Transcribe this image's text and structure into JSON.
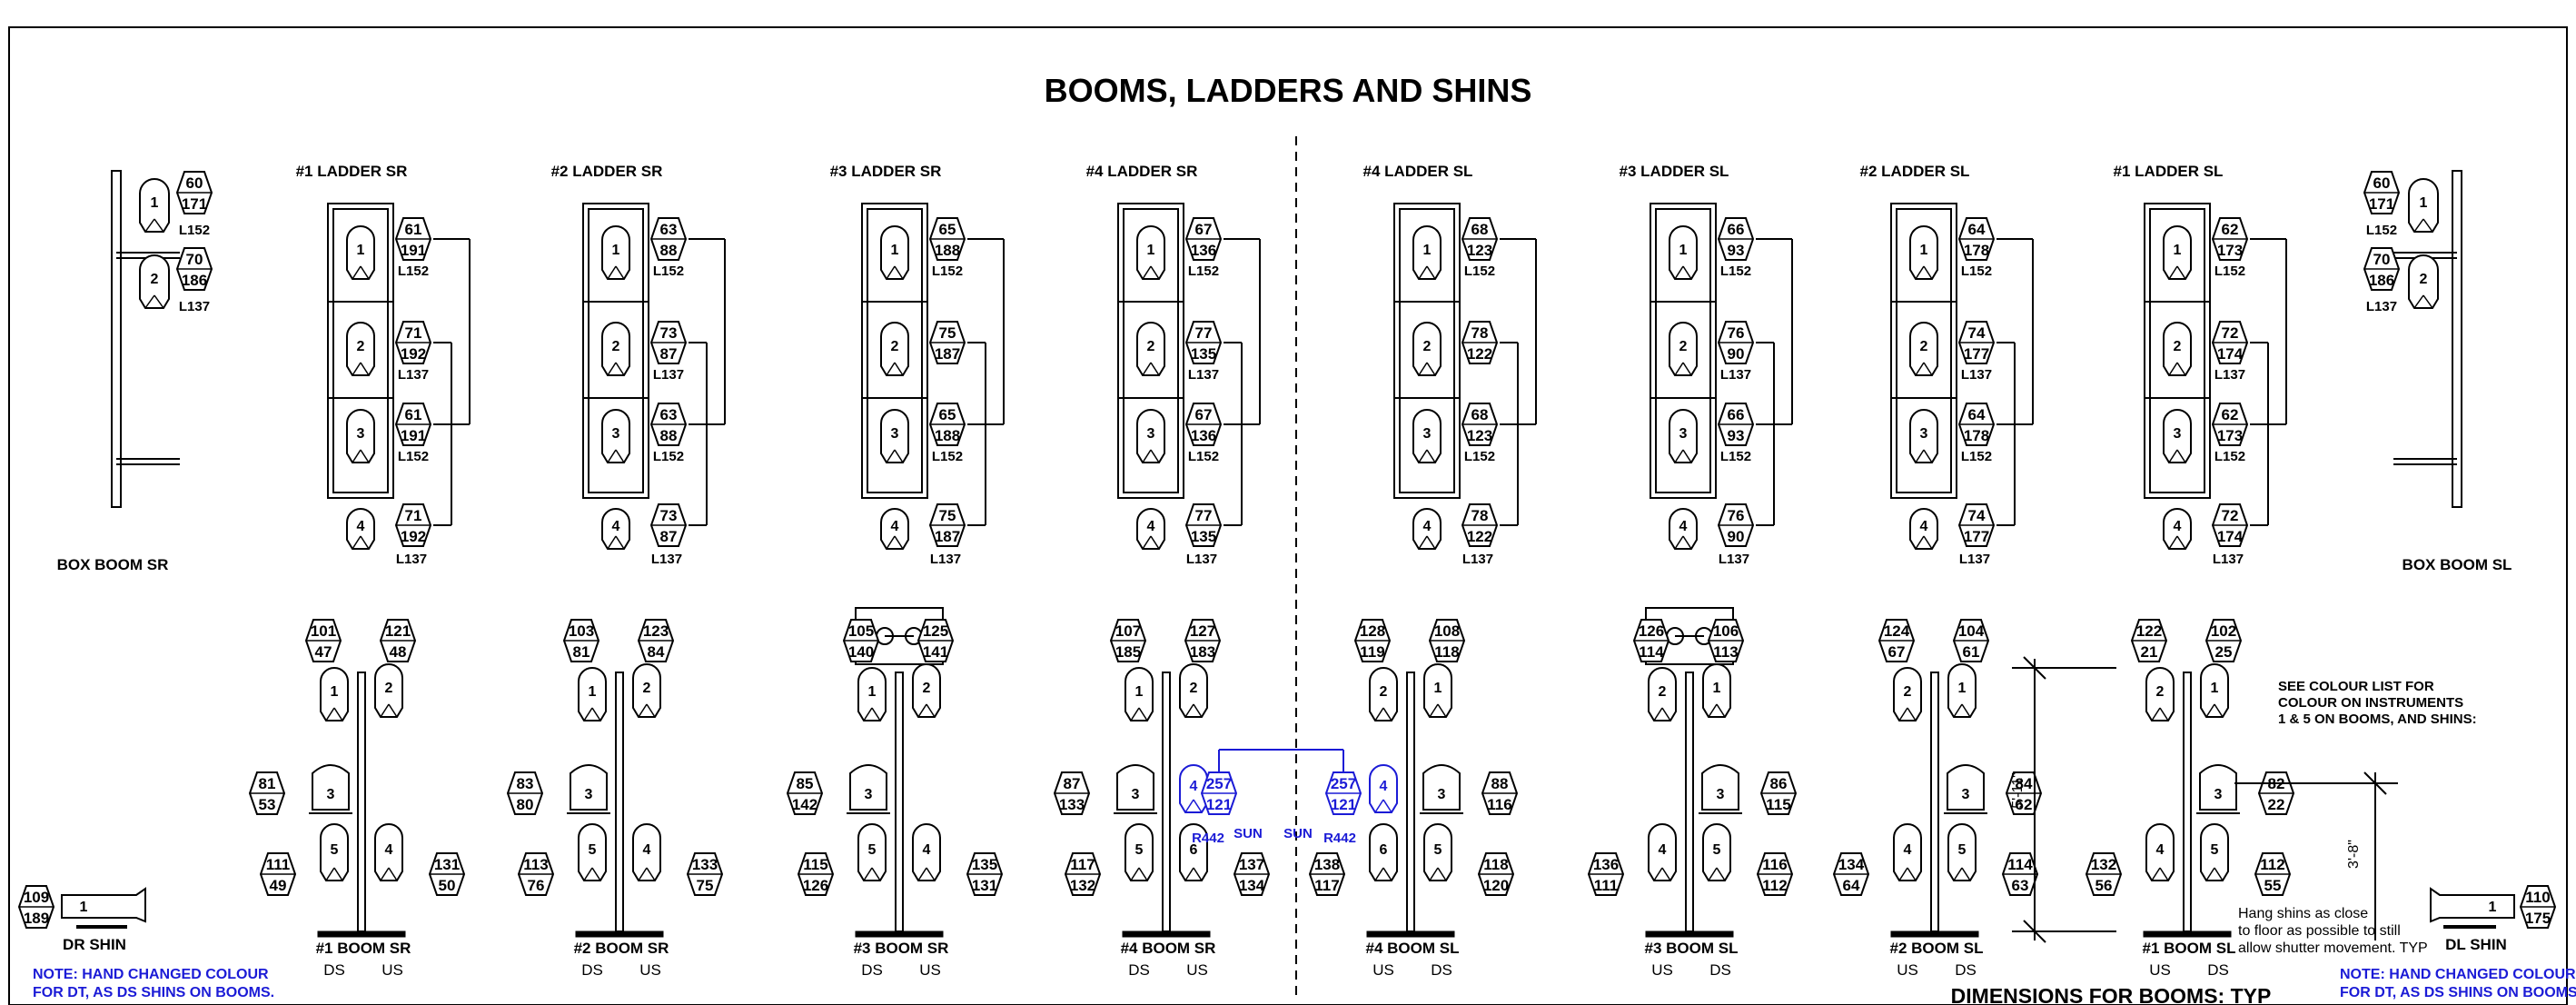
{
  "title": "BOOMS, LADDERS AND SHINS",
  "colors": {
    "ink": "#000000",
    "note": "#1b1bd6",
    "background": "#ffffff"
  },
  "box_booms": [
    {
      "label": "BOX BOOM SR",
      "units": [
        {
          "n": "1",
          "ch": "60",
          "dim": "171",
          "gel": "L152"
        },
        {
          "n": "2",
          "ch": "70",
          "dim": "186",
          "gel": "L137"
        }
      ]
    },
    {
      "label": "BOX BOOM SL",
      "units": [
        {
          "n": "1",
          "ch": "60",
          "dim": "171",
          "gel": "L152"
        },
        {
          "n": "2",
          "ch": "70",
          "dim": "186",
          "gel": "L137"
        }
      ]
    }
  ],
  "ladders": [
    {
      "label": "#1 LADDER SR",
      "units": [
        {
          "n": "1",
          "ch": "61",
          "dim": "191",
          "gel": "L152"
        },
        {
          "n": "2",
          "ch": "71",
          "dim": "192",
          "gel": "L137"
        },
        {
          "n": "3",
          "ch": "61",
          "dim": "191",
          "gel": "L152"
        },
        {
          "n": "4",
          "ch": "71",
          "dim": "192",
          "gel": "L137"
        }
      ]
    },
    {
      "label": "#2 LADDER SR",
      "units": [
        {
          "n": "1",
          "ch": "63",
          "dim": "88",
          "gel": "L152"
        },
        {
          "n": "2",
          "ch": "73",
          "dim": "87",
          "gel": "L137"
        },
        {
          "n": "3",
          "ch": "63",
          "dim": "88",
          "gel": "L152"
        },
        {
          "n": "4",
          "ch": "73",
          "dim": "87",
          "gel": "L137"
        }
      ]
    },
    {
      "label": "#3 LADDER SR",
      "units": [
        {
          "n": "1",
          "ch": "65",
          "dim": "188",
          "gel": "L152"
        },
        {
          "n": "2",
          "ch": "75",
          "dim": "187",
          "gel": ""
        },
        {
          "n": "3",
          "ch": "65",
          "dim": "188",
          "gel": "L152"
        },
        {
          "n": "4",
          "ch": "75",
          "dim": "187",
          "gel": "L137"
        }
      ]
    },
    {
      "label": "#4 LADDER SR",
      "units": [
        {
          "n": "1",
          "ch": "67",
          "dim": "136",
          "gel": "L152"
        },
        {
          "n": "2",
          "ch": "77",
          "dim": "135",
          "gel": "L137"
        },
        {
          "n": "3",
          "ch": "67",
          "dim": "136",
          "gel": "L152"
        },
        {
          "n": "4",
          "ch": "77",
          "dim": "135",
          "gel": "L137"
        }
      ]
    },
    {
      "label": "#4 LADDER SL",
      "units": [
        {
          "n": "1",
          "ch": "68",
          "dim": "123",
          "gel": "L152"
        },
        {
          "n": "2",
          "ch": "78",
          "dim": "122",
          "gel": ""
        },
        {
          "n": "3",
          "ch": "68",
          "dim": "123",
          "gel": "L152"
        },
        {
          "n": "4",
          "ch": "78",
          "dim": "122",
          "gel": "L137"
        }
      ]
    },
    {
      "label": "#3 LADDER SL",
      "units": [
        {
          "n": "1",
          "ch": "66",
          "dim": "93",
          "gel": "L152"
        },
        {
          "n": "2",
          "ch": "76",
          "dim": "90",
          "gel": "L137"
        },
        {
          "n": "3",
          "ch": "66",
          "dim": "93",
          "gel": "L152"
        },
        {
          "n": "4",
          "ch": "76",
          "dim": "90",
          "gel": "L137"
        }
      ]
    },
    {
      "label": "#2 LADDER SL",
      "units": [
        {
          "n": "1",
          "ch": "64",
          "dim": "178",
          "gel": "L152"
        },
        {
          "n": "2",
          "ch": "74",
          "dim": "177",
          "gel": "L137"
        },
        {
          "n": "3",
          "ch": "64",
          "dim": "178",
          "gel": "L152"
        },
        {
          "n": "4",
          "ch": "74",
          "dim": "177",
          "gel": "L137"
        }
      ]
    },
    {
      "label": "#1 LADDER SL",
      "units": [
        {
          "n": "1",
          "ch": "62",
          "dim": "173",
          "gel": "L152"
        },
        {
          "n": "2",
          "ch": "72",
          "dim": "174",
          "gel": "L137"
        },
        {
          "n": "3",
          "ch": "62",
          "dim": "173",
          "gel": "L152"
        },
        {
          "n": "4",
          "ch": "72",
          "dim": "174",
          "gel": "L137"
        }
      ]
    }
  ],
  "booms": [
    {
      "label": "#1 BOOM SR",
      "sides": [
        "DS",
        "US"
      ],
      "scroller": false,
      "units": [
        {
          "n": "1",
          "ch": "101",
          "dim": "47"
        },
        {
          "n": "2",
          "ch": "121",
          "dim": "48"
        },
        {
          "n": "3",
          "ch": "81",
          "dim": "53"
        },
        {
          "n": "5",
          "ch": "111",
          "dim": "49"
        },
        {
          "n": "4",
          "ch": "131",
          "dim": "50"
        }
      ]
    },
    {
      "label": "#2 BOOM SR",
      "sides": [
        "DS",
        "US"
      ],
      "scroller": false,
      "units": [
        {
          "n": "1",
          "ch": "103",
          "dim": "81"
        },
        {
          "n": "2",
          "ch": "123",
          "dim": "84"
        },
        {
          "n": "3",
          "ch": "83",
          "dim": "80"
        },
        {
          "n": "5",
          "ch": "113",
          "dim": "76"
        },
        {
          "n": "4",
          "ch": "133",
          "dim": "75"
        }
      ]
    },
    {
      "label": "#3 BOOM SR",
      "sides": [
        "DS",
        "US"
      ],
      "scroller": true,
      "units": [
        {
          "n": "1",
          "ch": "105",
          "dim": "140"
        },
        {
          "n": "2",
          "ch": "125",
          "dim": "141"
        },
        {
          "n": "3",
          "ch": "85",
          "dim": "142"
        },
        {
          "n": "5",
          "ch": "115",
          "dim": "126"
        },
        {
          "n": "4",
          "ch": "135",
          "dim": "131"
        }
      ]
    },
    {
      "label": "#4 BOOM SR",
      "sides": [
        "DS",
        "US"
      ],
      "scroller": false,
      "units": [
        {
          "n": "1",
          "ch": "107",
          "dim": "185"
        },
        {
          "n": "2",
          "ch": "127",
          "dim": "183"
        },
        {
          "n": "3",
          "ch": "87",
          "dim": "133"
        },
        {
          "n": "5",
          "ch": "117",
          "dim": "132"
        },
        {
          "n": "6",
          "ch": "137",
          "dim": "134"
        },
        {
          "n": "4",
          "ch": "257",
          "dim": "121",
          "gel": "R442",
          "note": "SUN"
        }
      ]
    },
    {
      "label": "#4 BOOM SL",
      "sides": [
        "US",
        "DS"
      ],
      "scroller": false,
      "units": [
        {
          "n": "2",
          "ch": "128",
          "dim": "119"
        },
        {
          "n": "1",
          "ch": "108",
          "dim": "118"
        },
        {
          "n": "3",
          "ch": "88",
          "dim": "116"
        },
        {
          "n": "6",
          "ch": "138",
          "dim": "117"
        },
        {
          "n": "5",
          "ch": "118",
          "dim": "120"
        },
        {
          "n": "4",
          "ch": "257",
          "dim": "121",
          "gel": "R442",
          "note": "SUN"
        }
      ]
    },
    {
      "label": "#3 BOOM SL",
      "sides": [
        "US",
        "DS"
      ],
      "scroller": true,
      "units": [
        {
          "n": "2",
          "ch": "126",
          "dim": "114"
        },
        {
          "n": "1",
          "ch": "106",
          "dim": "113"
        },
        {
          "n": "3",
          "ch": "86",
          "dim": "115"
        },
        {
          "n": "4",
          "ch": "136",
          "dim": "111"
        },
        {
          "n": "5",
          "ch": "116",
          "dim": "112"
        }
      ]
    },
    {
      "label": "#2 BOOM SL",
      "sides": [
        "US",
        "DS"
      ],
      "scroller": false,
      "units": [
        {
          "n": "2",
          "ch": "124",
          "dim": "67"
        },
        {
          "n": "1",
          "ch": "104",
          "dim": "61"
        },
        {
          "n": "3",
          "ch": "84",
          "dim": "62"
        },
        {
          "n": "4",
          "ch": "134",
          "dim": "64"
        },
        {
          "n": "5",
          "ch": "114",
          "dim": "63"
        }
      ]
    },
    {
      "label": "#1 BOOM SL",
      "sides": [
        "US",
        "DS"
      ],
      "scroller": false,
      "units": [
        {
          "n": "2",
          "ch": "122",
          "dim": "21"
        },
        {
          "n": "1",
          "ch": "102",
          "dim": "25"
        },
        {
          "n": "3",
          "ch": "82",
          "dim": "22"
        },
        {
          "n": "4",
          "ch": "132",
          "dim": "56"
        },
        {
          "n": "5",
          "ch": "112",
          "dim": "55"
        }
      ]
    }
  ],
  "shins": [
    {
      "label": "DR SHIN",
      "n": "1",
      "ch": "109",
      "dim": "189"
    },
    {
      "label": "DL SHIN",
      "n": "1",
      "ch": "110",
      "dim": "175"
    }
  ],
  "notes": {
    "hand_changed": [
      "NOTE: HAND CHANGED COLOUR",
      "FOR DT, AS DS SHINS ON BOOMS."
    ],
    "colour_list": [
      "SEE COLOUR LIST FOR",
      "COLOUR ON INSTRUMENTS",
      "1 & 5 ON BOOMS, AND SHINS:"
    ],
    "shin_height": [
      "Hang shins as close",
      "to floor as possible to still",
      "allow shutter movement. TYP"
    ],
    "dimension_1": "5'-11\"",
    "dimension_2": "3'-8\"",
    "dimensions_title": "DIMENSIONS FOR BOOMS: TYP"
  }
}
